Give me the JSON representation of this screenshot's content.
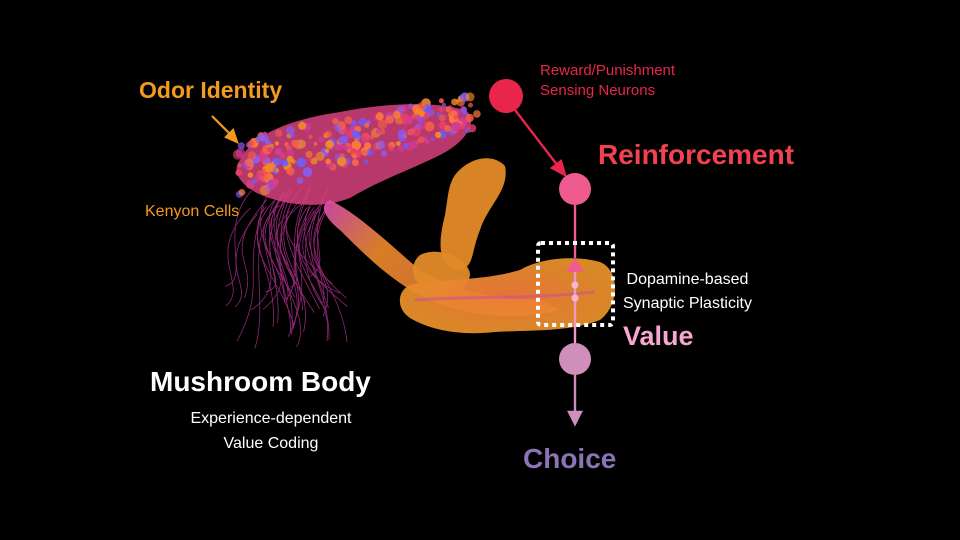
{
  "labels": {
    "odor_identity": "Odor Identity",
    "kenyon_cells": "Kenyon Cells",
    "reward_sensing_line1": "Reward/Punishment",
    "reward_sensing_line2": "Sensing Neurons",
    "reinforcement": "Reinforcement",
    "dopamine_line1": "Dopamine-based",
    "dopamine_line2": "Synaptic Plasticity",
    "value": "Value",
    "mushroom_body": "Mushroom Body",
    "mb_sub_line1": "Experience-dependent",
    "mb_sub_line2": "Value Coding",
    "choice": "Choice"
  },
  "colors": {
    "background": "#000000",
    "odor": "#f39a1f",
    "reward_neuron": "#e8254a",
    "reinforcement": "#f2424f",
    "reinforcement_node": "#ef5b8e",
    "value": "#f7a8d0",
    "value_node": "#cf8fba",
    "choice": "#8a74b6",
    "mushroom_orange": "#e8901e",
    "mushroom_magenta": "#d23a9a",
    "mushroom_blue": "#6a5cff"
  },
  "icons": {
    "odor_arrow": "arrow-down-right-icon",
    "pathway_arrow": "arrow-down-icon"
  }
}
